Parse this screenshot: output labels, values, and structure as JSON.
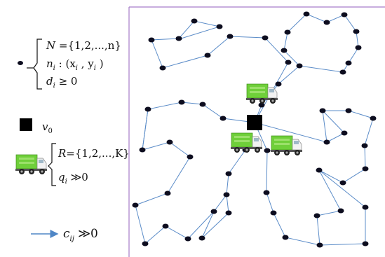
{
  "legend": {
    "node_set": {
      "lhs": "N",
      "rhs": " ={1,2,...,n}",
      "n_i_left": "n",
      "n_i_sub": "i",
      "n_i_rest": " : (x",
      "x_sub": "i",
      "comma": " , y",
      "y_sub": "i",
      "close": " )",
      "d_i": "d",
      "d_i_sub": "i",
      "d_i_rest": " ≥ 0"
    },
    "depot": {
      "label": "v",
      "sub": "0"
    },
    "vehicle_set": {
      "R_lhs": "R",
      "R_rhs": "={1,2,...,K}",
      "q_lhs": "q",
      "q_sub": "i",
      "q_rest": " ≫0"
    },
    "arc": {
      "c": "c",
      "sub": "ij",
      "rest": " ≫0"
    }
  },
  "colors": {
    "node": "#0d0d1f",
    "edge": "#5b8cc8",
    "frame": "#a67cc9",
    "depot": "#000000",
    "truck_body": "#6fcf3a",
    "truck_cab": "#f2f2f2",
    "arrow": "#4f86c6"
  },
  "icons": [
    "truck-icon",
    "depot-square-icon",
    "node-dot-icon",
    "arrow-icon"
  ]
}
